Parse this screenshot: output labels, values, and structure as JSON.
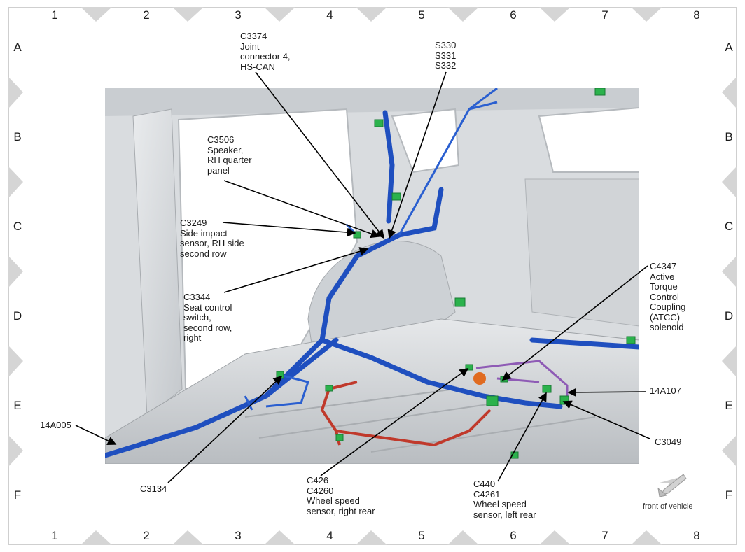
{
  "grid": {
    "columns": [
      "1",
      "2",
      "3",
      "4",
      "5",
      "6",
      "7",
      "8"
    ],
    "rows": [
      "A",
      "B",
      "C",
      "D",
      "E",
      "F"
    ]
  },
  "callouts": {
    "c3374": [
      "C3374",
      "Joint",
      "connector 4,",
      "HS-CAN"
    ],
    "s330": [
      "S330",
      "S331",
      "S332"
    ],
    "c3506": [
      "C3506",
      "Speaker,",
      "RH quarter",
      "panel"
    ],
    "c3249": [
      "C3249",
      "Side impact",
      "sensor, RH side",
      "second row"
    ],
    "c3344": [
      "C3344",
      "Seat control",
      "switch,",
      "second row,",
      "right"
    ],
    "c4347": [
      "C4347",
      "Active",
      "Torque",
      "Control",
      "Coupling",
      "(ATCC)",
      "solenoid"
    ],
    "a14a107": [
      "14A107"
    ],
    "a14a005": [
      "14A005"
    ],
    "c3049": [
      "C3049"
    ],
    "c3134": [
      "C3134"
    ],
    "c426": [
      "C426",
      "C4260",
      "Wheel speed",
      "sensor, right rear"
    ],
    "c440": [
      "C440",
      "C4261",
      "Wheel speed",
      "sensor, left rear"
    ]
  },
  "front_of_vehicle": "front of vehicle",
  "colors": {
    "harness_blue": "#1f4fbf",
    "harness_red": "#c0392b",
    "harness_purple": "#8e5bb5",
    "connector_green": "#2bb24c",
    "body_gray": "#d9dcdf",
    "border_tri": "#d5d5d5"
  }
}
